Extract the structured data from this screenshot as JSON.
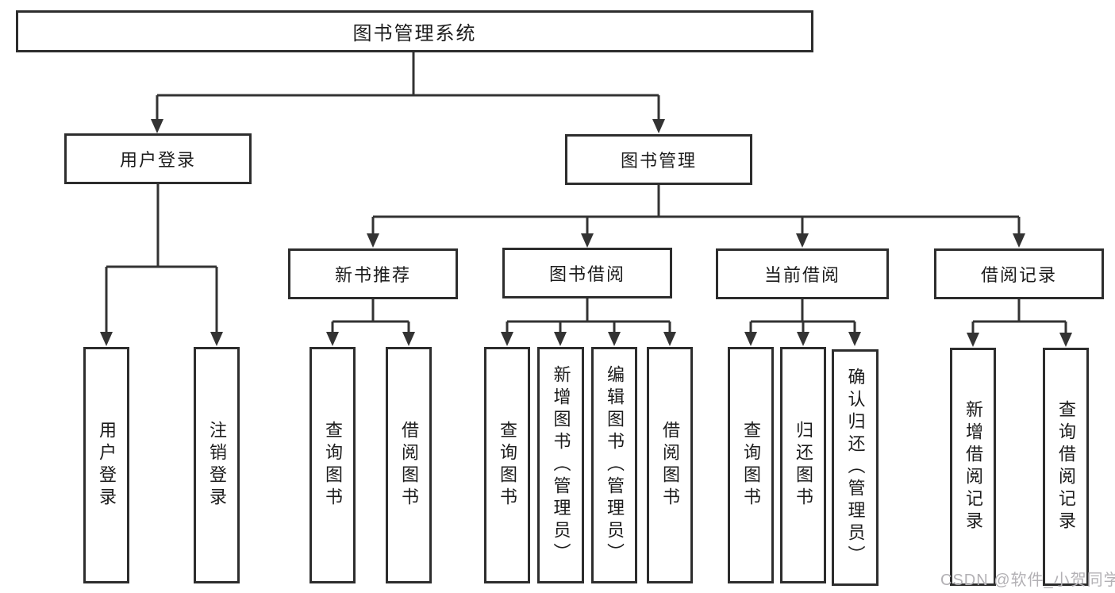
{
  "diagram_title": "图书管理系统",
  "tree": {
    "root": {
      "label": "图书管理系统"
    },
    "branches": [
      {
        "label": "用户登录",
        "children": [
          {
            "label": "用户登录"
          },
          {
            "label": "注销登录"
          }
        ]
      },
      {
        "label": "图书管理",
        "children": [
          {
            "label": "新书推荐",
            "children": [
              {
                "label": "查询图书"
              },
              {
                "label": "借阅图书"
              }
            ]
          },
          {
            "label": "图书借阅",
            "children": [
              {
                "label": "查询图书"
              },
              {
                "label": "新增图书（管理员）"
              },
              {
                "label": "编辑图书（管理员）"
              },
              {
                "label": "借阅图书"
              }
            ]
          },
          {
            "label": "当前借阅",
            "children": [
              {
                "label": "查询图书"
              },
              {
                "label": "归还图书"
              },
              {
                "label": "确认归还（管理员）"
              }
            ]
          },
          {
            "label": "借阅记录",
            "children": [
              {
                "label": "新增借阅记录"
              },
              {
                "label": "查询借阅记录"
              }
            ]
          }
        ]
      }
    ]
  },
  "watermark": {
    "text": "CSDN @软件_小贺同学"
  },
  "colors": {
    "line": "#333333",
    "box_border": "#2d2d2d",
    "text": "#1c1c1c",
    "watermark": "#b3b1b5",
    "background": "#ffffff"
  }
}
